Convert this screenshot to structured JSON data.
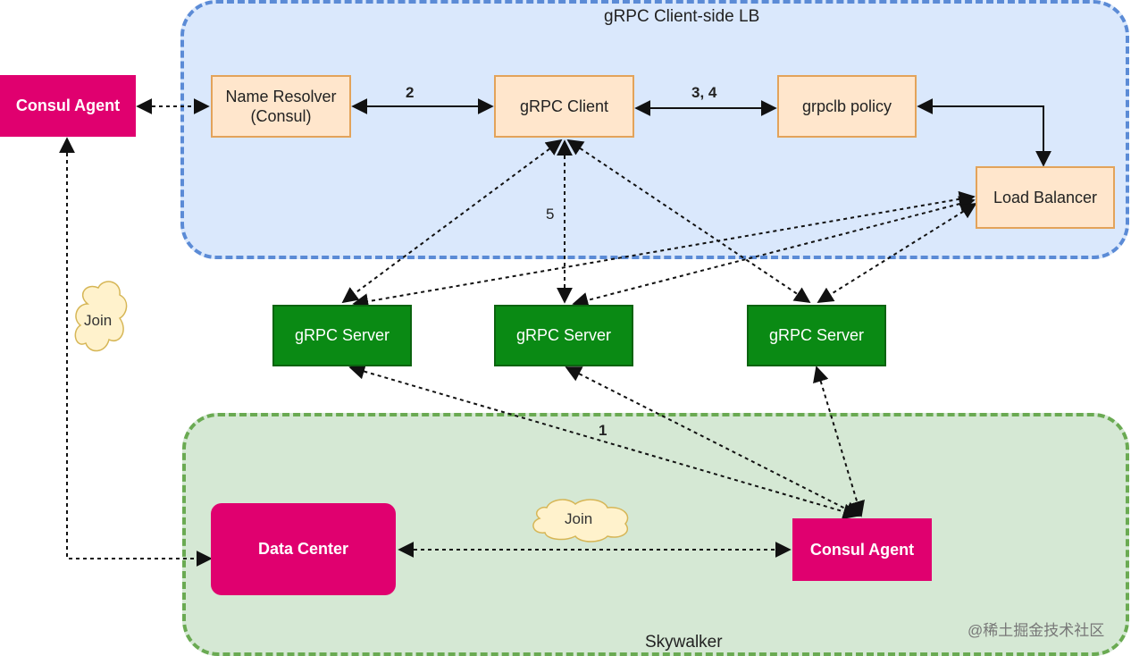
{
  "regions": {
    "client_lb": {
      "label": "gRPC Client-side LB"
    },
    "skywalker": {
      "label": "Skywalker"
    }
  },
  "nodes": {
    "consul_agent_top": "Consul Agent",
    "name_resolver_line1": "Name Resolver",
    "name_resolver_line2": "(Consul)",
    "grpc_client": "gRPC Client",
    "grpclb_policy": "grpclb policy",
    "load_balancer": "Load Balancer",
    "grpc_server_1": "gRPC Server",
    "grpc_server_2": "gRPC Server",
    "grpc_server_3": "gRPC Server",
    "data_center": "Data Center",
    "consul_agent_bottom": "Consul Agent"
  },
  "edge_labels": {
    "resolver_to_client": "2",
    "client_to_policy": "3, 4",
    "client_to_servers": "5",
    "servers_to_consul": "1"
  },
  "clouds": {
    "join_left": "Join",
    "join_bottom": "Join"
  },
  "watermark": "@稀土掘金技术社区",
  "colors": {
    "lb_region_fill": "#dae8fc",
    "lb_region_border": "#5b8bd6",
    "sky_region_fill": "#d5e8d4",
    "sky_region_border": "#6aaa52",
    "component_fill": "#ffe6cc",
    "server_fill": "#0a8a14",
    "consul_fill": "#e0006f",
    "cloud_fill": "#fff2cc"
  }
}
